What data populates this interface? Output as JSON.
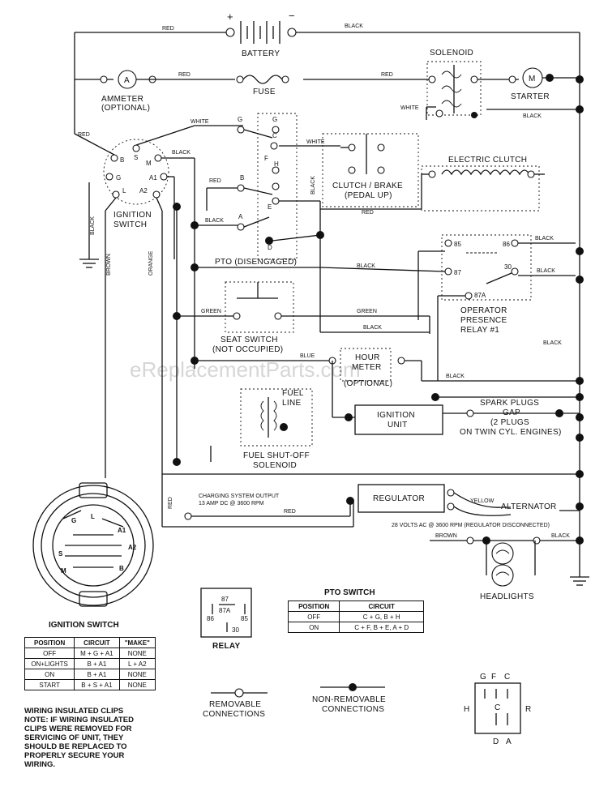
{
  "watermark": "eReplacementParts.com",
  "wire_colors": {
    "red": "RED",
    "black": "BLACK",
    "white": "WHITE",
    "green": "GREEN",
    "orange": "ORANGE",
    "brown": "BROWN",
    "blue": "BLUE",
    "yellow": "YELLOW"
  },
  "components": {
    "battery": "BATTERY",
    "solenoid": "SOLENOID",
    "starter": "STARTER",
    "ammeter": "AMMETER",
    "ammeter_note": "(OPTIONAL)",
    "fuse": "FUSE",
    "electric_clutch": "ELECTRIC CLUTCH",
    "clutch_brake": "CLUTCH / BRAKE",
    "clutch_brake_note": "(PEDAL UP)",
    "ignition_switch": "IGNITION",
    "ignition_switch_2": "SWITCH",
    "pto_switch": "PTO (DISENGAGED)",
    "seat_switch": "SEAT SWITCH",
    "seat_switch_note": "(NOT OCCUPIED)",
    "operator_relay_1": "OPERATOR",
    "operator_relay_2": "PRESENCE",
    "operator_relay_3": "RELAY #1",
    "hour_meter_1": "HOUR",
    "hour_meter_2": "METER",
    "hour_meter_note": "(OPTIONAL)",
    "fuel_line": "FUEL",
    "fuel_line_2": "LINE",
    "fuel_solenoid_1": "FUEL SHUT-OFF",
    "fuel_solenoid_2": "SOLENOID",
    "ignition_unit_1": "IGNITION",
    "ignition_unit_2": "UNIT",
    "spark_plugs_1": "SPARK PLUGS",
    "spark_plugs_2": "GAP",
    "spark_plugs_3": "(2 PLUGS",
    "spark_plugs_4": "ON TWIN CYL. ENGINES)",
    "charging_output_1": "CHARGING SYSTEM OUTPUT",
    "charging_output_2": "13 AMP DC @ 3600 RPM",
    "regulator": "REGULATOR",
    "alternator": "ALTERNATOR",
    "alternator_note": "28 VOLTS AC @ 3600 RPM (REGULATOR DISCONNECTED)",
    "headlights": "HEADLIGHTS",
    "relay": "RELAY",
    "removable": "REMOVABLE",
    "removable_2": "CONNECTIONS",
    "non_removable": "NON-REMOVABLE",
    "non_removable_2": "CONNECTIONS"
  },
  "terminals": {
    "ign": [
      "S",
      "B",
      "M",
      "G",
      "A1",
      "L",
      "A2"
    ],
    "pto": [
      "G",
      "C",
      "F",
      "H",
      "B",
      "E",
      "A",
      "D"
    ],
    "relay": [
      "85",
      "86",
      "87",
      "30",
      "87A"
    ],
    "connector_top": [
      "G",
      "F",
      "C"
    ],
    "connector_left": "H",
    "connector_right": "R",
    "connector_center": "C",
    "connector_bottom": [
      "D",
      "A"
    ],
    "plug": [
      "G",
      "L",
      "A1",
      "A2",
      "S",
      "M",
      "B"
    ]
  },
  "ignition_table": {
    "title": "IGNITION SWITCH",
    "headers": [
      "POSITION",
      "CIRCUIT",
      "\"MAKE\""
    ],
    "rows": [
      [
        "OFF",
        "M + G + A1",
        "NONE"
      ],
      [
        "ON+LIGHTS",
        "B + A1",
        "L + A2"
      ],
      [
        "ON",
        "B + A1",
        "NONE"
      ],
      [
        "START",
        "B + S + A1",
        "NONE"
      ]
    ]
  },
  "pto_table": {
    "title": "PTO SWITCH",
    "headers": [
      "POSITION",
      "CIRCUIT"
    ],
    "rows": [
      [
        "OFF",
        "C + G, B + H"
      ],
      [
        "ON",
        "C + F, B + E, A + D"
      ]
    ]
  },
  "note": {
    "title": "WIRING INSULATED CLIPS",
    "lines": [
      "NOTE: IF WIRING INSULATED",
      "CLIPS WERE REMOVED FOR",
      "SERVICING OF UNIT, THEY",
      "SHOULD BE REPLACED TO",
      "PROPERLY SECURE YOUR",
      "WIRING."
    ]
  }
}
